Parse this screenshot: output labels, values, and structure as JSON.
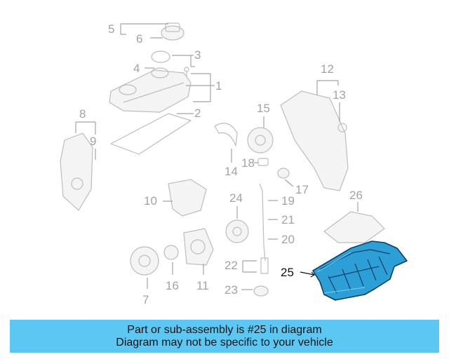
{
  "callouts": {
    "c1": "1",
    "c2": "2",
    "c3": "3",
    "c4": "4",
    "c5": "5",
    "c6": "6",
    "c7": "7",
    "c8": "8",
    "c9": "9",
    "c10": "10",
    "c11": "11",
    "c12": "12",
    "c13": "13",
    "c14": "14",
    "c15": "15",
    "c16": "16",
    "c17": "17",
    "c18": "18",
    "c19": "19",
    "c20": "20",
    "c21": "21",
    "c22": "22",
    "c23": "23",
    "c24": "24",
    "c25": "25",
    "c26": "26"
  },
  "highlight_color": "#2b9fd6",
  "banner": {
    "line1": "Part or sub-assembly is #25 in diagram",
    "line2": "Diagram may not be specific to your vehicle",
    "color": "#5bc8f4"
  }
}
